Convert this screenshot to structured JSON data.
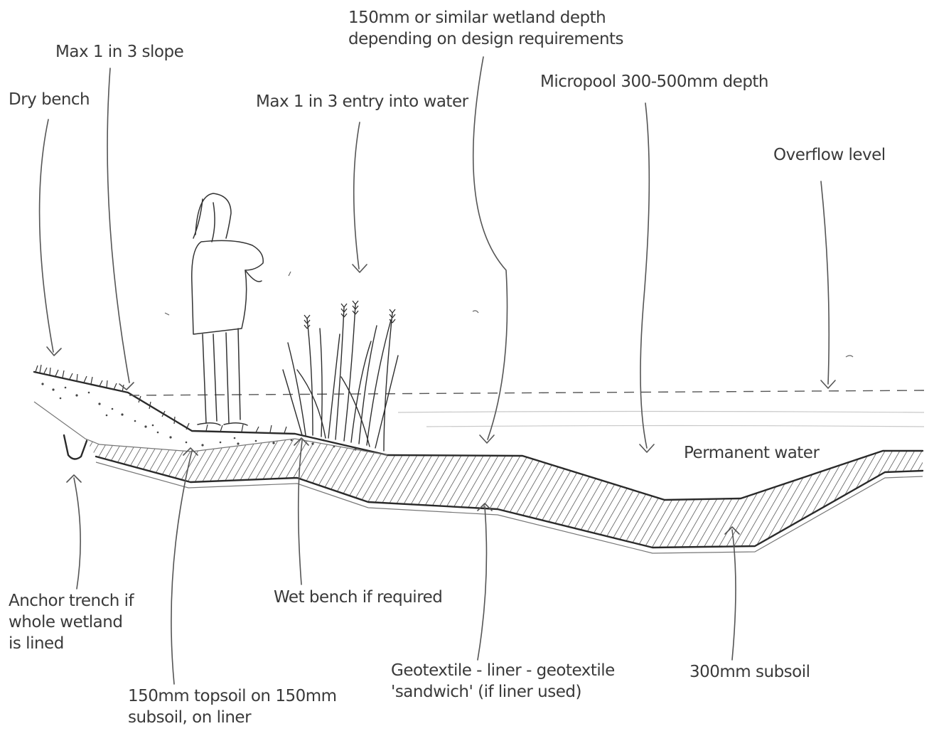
{
  "labels": {
    "dry_bench": "Dry bench",
    "max_slope": "Max 1 in 3 slope",
    "entry_into_water": "Max 1 in 3 entry into water",
    "wetland_depth_line1": "150mm or similar wetland depth",
    "wetland_depth_line2": "depending on design requirements",
    "micropool": "Micropool 300-500mm depth",
    "overflow_level": "Overflow level",
    "permanent_water": "Permanent water",
    "anchor_trench_line1": "Anchor trench if",
    "anchor_trench_line2": "whole wetland",
    "anchor_trench_line3": "is lined",
    "topsoil_line1": "150mm topsoil on 150mm",
    "topsoil_line2": "subsoil, on liner",
    "wet_bench": "Wet bench if required",
    "geotextile_line1": "Geotextile - liner - geotextile",
    "geotextile_line2": "'sandwich' (if liner used)",
    "subsoil": "300mm subsoil"
  },
  "colors": {
    "ink": "#2a2a2a",
    "text": "#3a3a3a",
    "background": "#ffffff"
  }
}
